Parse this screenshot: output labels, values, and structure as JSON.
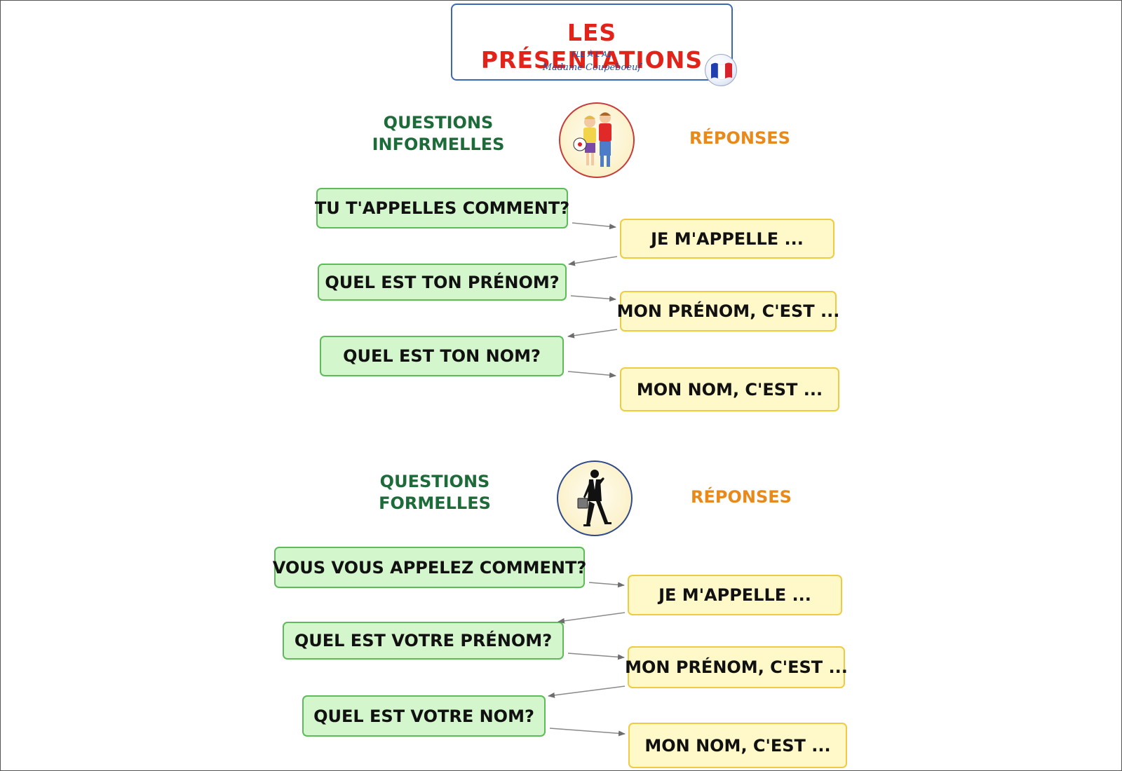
{
  "header": {
    "title": "LES PRÉSENTATIONS",
    "subtitle": "FLE À L'A1",
    "author": "Madame Coupeboeuf"
  },
  "colors": {
    "title_red": "#e2231a",
    "question_green": "#1e6b3a",
    "answer_orange": "#e8891b",
    "question_fill": "#d4f6cc",
    "answer_fill": "#fff9c9"
  },
  "sections": [
    {
      "questions_heading": [
        "QUESTIONS",
        "INFORMELLES"
      ],
      "answers_heading": "RÉPONSES",
      "icon": "kids-icon",
      "questions": [
        "TU T'APPELLES COMMENT?",
        "QUEL EST TON PRÉNOM?",
        "QUEL EST TON NOM?"
      ],
      "answers": [
        "JE M'APPELLE ...",
        "MON PRÉNOM, C'EST ...",
        "MON NOM, C'EST ..."
      ]
    },
    {
      "questions_heading": [
        "QUESTIONS",
        "FORMELLES"
      ],
      "answers_heading": "RÉPONSES",
      "icon": "businessman-icon",
      "questions": [
        "VOUS VOUS APPELEZ COMMENT?",
        "QUEL EST VOTRE PRÉNOM?",
        "QUEL EST VOTRE NOM?"
      ],
      "answers": [
        "JE M'APPELLE ...",
        "MON PRÉNOM, C'EST ...",
        "MON NOM, C'EST ..."
      ]
    }
  ]
}
